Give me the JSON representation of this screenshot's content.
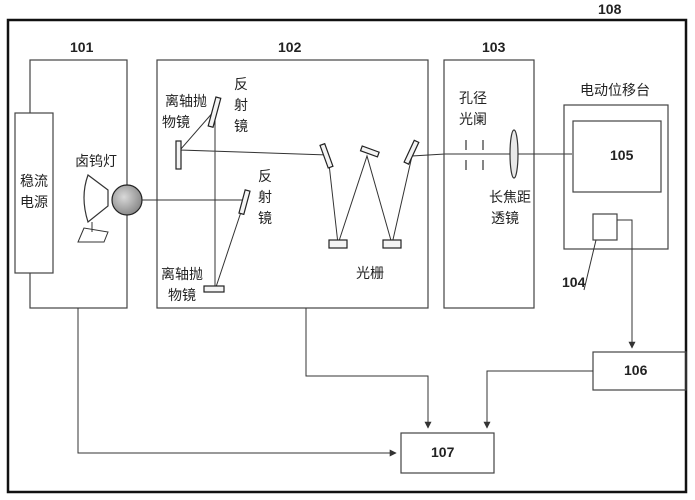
{
  "labels": {
    "n108": "108",
    "n101": "101",
    "n102": "102",
    "n103": "103",
    "n104": "104",
    "n105": "105",
    "n106": "106",
    "n107": "107",
    "power_line1": "稳流",
    "power_line2": "电源",
    "lamp": "卤钨灯",
    "mirror_top_line1": "离轴抛",
    "mirror_top_line2": "物镜",
    "reflector_top": [
      "反",
      "射",
      "镜"
    ],
    "reflector_mid": [
      "反",
      "射",
      "镜"
    ],
    "mirror_bottom_line1": "离轴抛",
    "mirror_bottom_line2": "物镜",
    "grating": "光栅",
    "aperture_line1": "孔径",
    "aperture_line2": "光阑",
    "lens_line1": "长焦距",
    "lens_line2": "透镜",
    "stage": "电动位移台"
  }
}
